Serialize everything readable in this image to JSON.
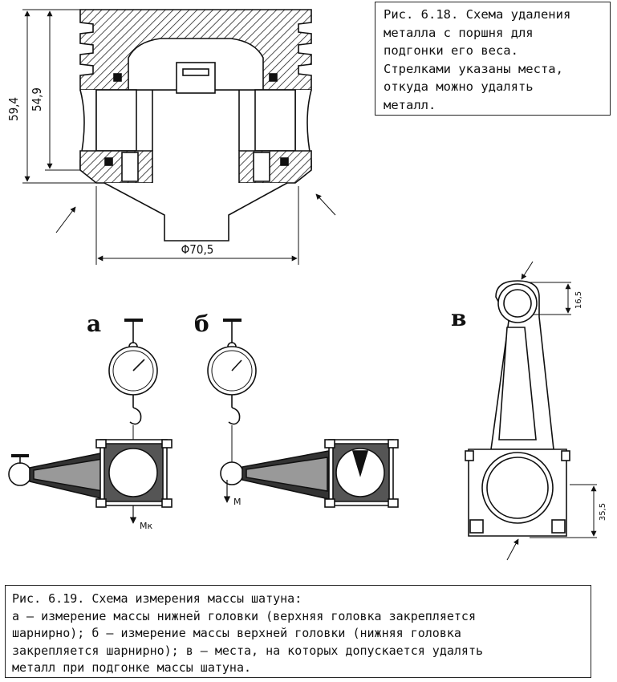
{
  "figure_6_18": {
    "caption_lines": [
      "Рис. 6.18. Схема удаления",
      "металла с поршня для",
      "подгонки его веса.",
      "Стрелками указаны места,",
      "откуда можно удалять",
      "металл."
    ],
    "dimensions": {
      "height_outer": "59,4",
      "height_inner": "54,9",
      "diameter": "Φ70,5"
    }
  },
  "figure_6_19": {
    "labels": {
      "a": "а",
      "b": "б",
      "v": "в"
    },
    "mass_labels": {
      "lower_head": "Мк",
      "upper_head": "М"
    },
    "dimensions": {
      "upper": "16,5",
      "lower": "35,5"
    },
    "caption_lines": [
      "Рис. 6.19. Схема измерения массы шатуна:",
      "а – измерение массы нижней головки (верхняя головка закрепляется",
      "шарнирно); б – измерение массы верхней головки (нижняя головка",
      "закрепляется шарнирно); в – места, на которых допускается удалять",
      "металл при подгонке массы шатуна."
    ]
  }
}
